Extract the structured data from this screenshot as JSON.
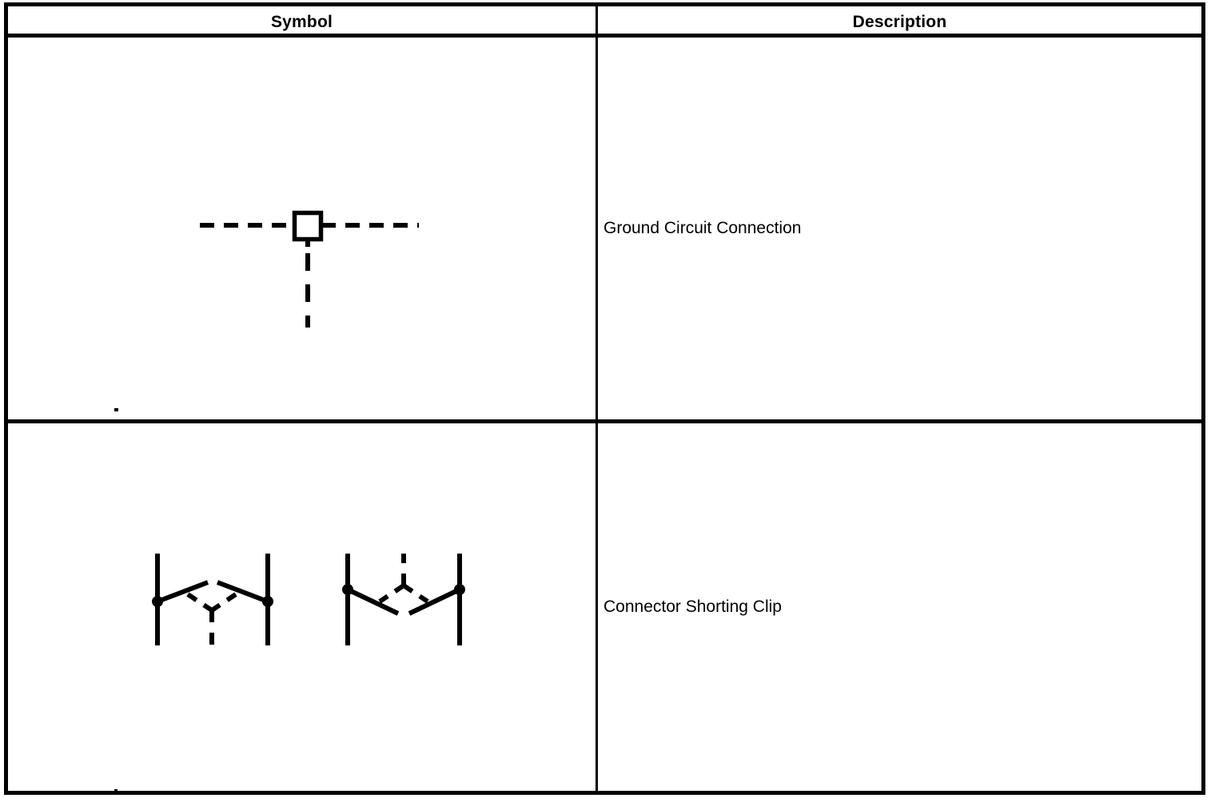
{
  "table": {
    "columns": [
      {
        "id": "symbol",
        "label": "Symbol"
      },
      {
        "id": "description",
        "label": "Description"
      }
    ],
    "rows": [
      {
        "symbol_name": "ground-circuit-connection-symbol",
        "description": "Ground Circuit Connection"
      },
      {
        "symbol_name": "connector-shorting-clip-symbol",
        "description": "Connector Shorting Clip"
      }
    ]
  },
  "style": {
    "line_color": "#000000",
    "background_color": "#ffffff",
    "border_color": "#000000"
  }
}
